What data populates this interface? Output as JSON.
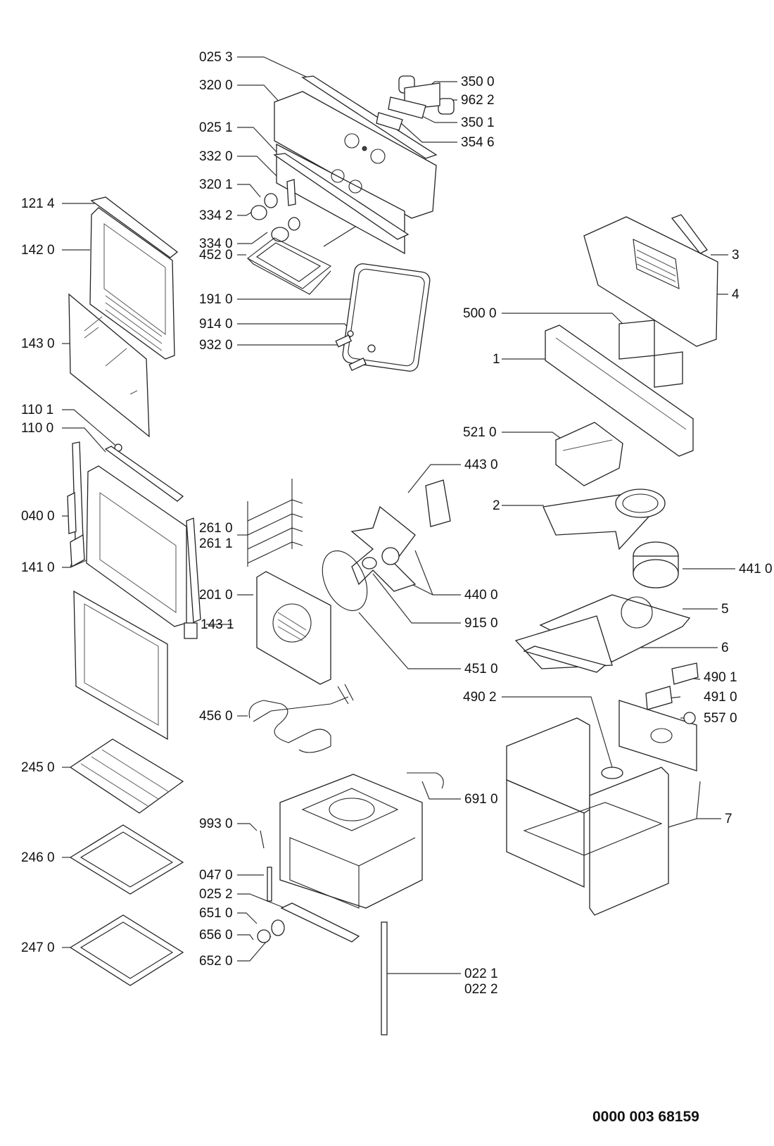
{
  "document_number": "0000 003 68159",
  "part_labels": {
    "p0253": "025 3",
    "p3200": "320 0",
    "p0251": "025 1",
    "p3320": "332 0",
    "p3201": "320 1",
    "p3342": "334 2",
    "p3340": "334 0",
    "p3500": "350 0",
    "p9622": "962 2",
    "p3501": "350 1",
    "p3546": "354 6",
    "p1214": "121 4",
    "p1420": "142 0",
    "p1430": "143 0",
    "p1101": "110 1",
    "p1100": "110 0",
    "p0400": "040 0",
    "p1410": "141 0",
    "p1910": "191 0",
    "p9140": "914 0",
    "p9320": "932 0",
    "p4520": "452 0",
    "p3": "3",
    "p4": "4",
    "p5000": "500 0",
    "p1": "1",
    "p5210": "521 0",
    "p4430": "443 0",
    "p2": "2",
    "p4410": "441 0",
    "p2610": "261 0",
    "p2611": "261 1",
    "p2010": "201 0",
    "p1431": "143 1",
    "p4400": "440 0",
    "p9150": "915 0",
    "p5": "5",
    "p6": "6",
    "p4510": "451 0",
    "p4901": "490 1",
    "p4902": "490 2",
    "p4910": "491 0",
    "p5570": "557 0",
    "p4560": "456 0",
    "p2450": "245 0",
    "p6910": "691 0",
    "p7": "7",
    "p9930": "993 0",
    "p2460": "246 0",
    "p0470": "047 0",
    "p0252": "025 2",
    "p6510": "651 0",
    "p6560": "656 0",
    "p2470": "247 0",
    "p6520": "652 0",
    "p0221": "022 1",
    "p0222": "022 2"
  }
}
